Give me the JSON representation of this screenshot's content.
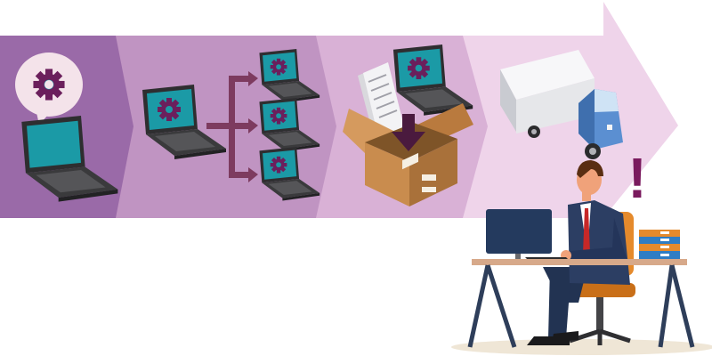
{
  "diagram": {
    "stages": [
      {
        "id": "configure",
        "icons": [
          "laptop-icon",
          "gear-speech-bubble-icon"
        ],
        "color": "#9a6aa8"
      },
      {
        "id": "deploy",
        "icons": [
          "laptop-icon",
          "branch-arrow-icon",
          "laptop-icon",
          "laptop-icon",
          "laptop-icon"
        ],
        "color": "#c094c2"
      },
      {
        "id": "package",
        "icons": [
          "laptop-icon",
          "document-icon",
          "down-arrow-icon",
          "cardboard-box-icon"
        ],
        "color": "#d9b1d6"
      },
      {
        "id": "ship",
        "icons": [
          "delivery-truck-icon"
        ],
        "color": "#efd4ea"
      }
    ],
    "alert_symbol": "!",
    "person": {
      "description_icons": [
        "businessman-icon",
        "desk-icon",
        "monitor-icon",
        "office-chair-icon",
        "binders-icon"
      ]
    },
    "colors": {
      "gear": "#6b1f5c",
      "screen": "#1b9aa6",
      "laptop_body": "#3a3a3c",
      "arrow": "#7d3b5f",
      "box": "#c98c4e",
      "truck_cab": "#5b8fd1",
      "truck_cargo": "#e6e7ea",
      "alert": "#7a1a5e",
      "suit": "#2c3e63",
      "tie": "#c62828",
      "chair": "#e58a2c"
    }
  }
}
